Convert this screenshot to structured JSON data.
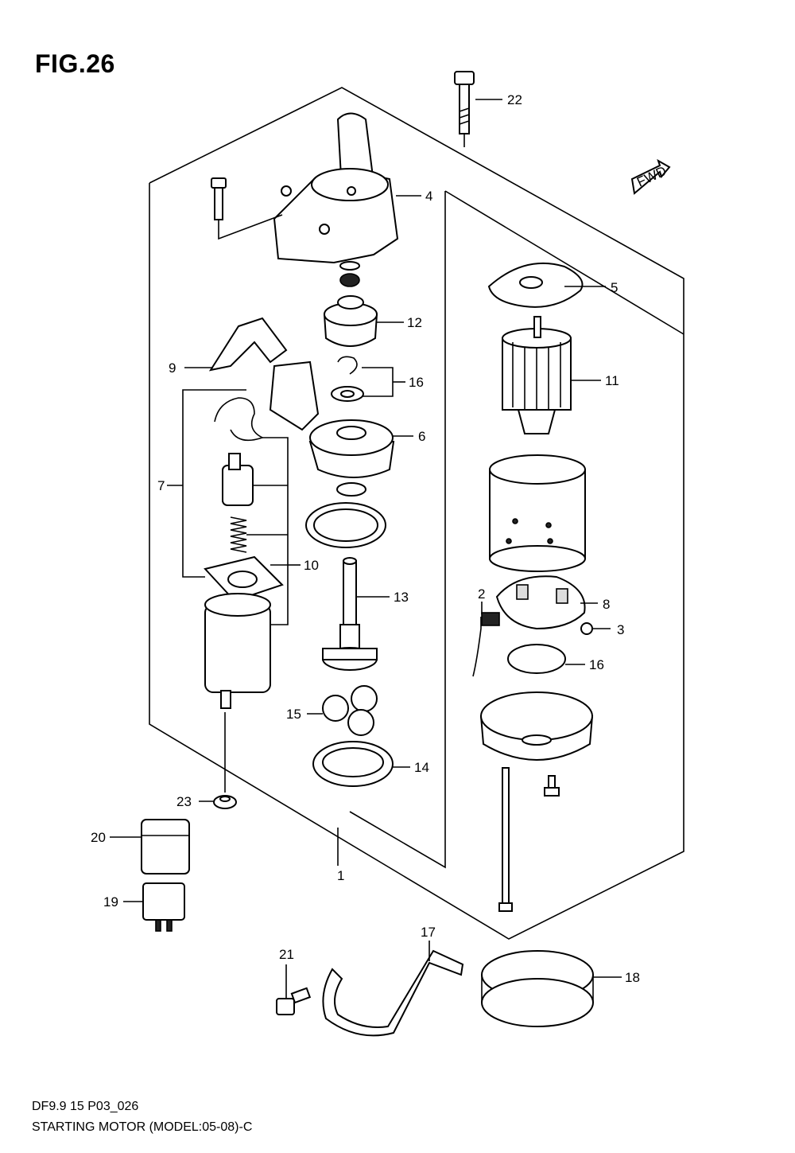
{
  "figure": {
    "title": "FIG.26",
    "code": "DF9.9 15 P03_026",
    "caption": "STARTING MOTOR (MODEL:05-08)-C"
  },
  "callouts": [
    "1",
    "2",
    "3",
    "4",
    "5",
    "6",
    "7",
    "8",
    "9",
    "10",
    "11",
    "12",
    "13",
    "14",
    "15",
    "16",
    "16",
    "17",
    "18",
    "19",
    "20",
    "21",
    "22",
    "23"
  ],
  "fwd_label": "FWD"
}
